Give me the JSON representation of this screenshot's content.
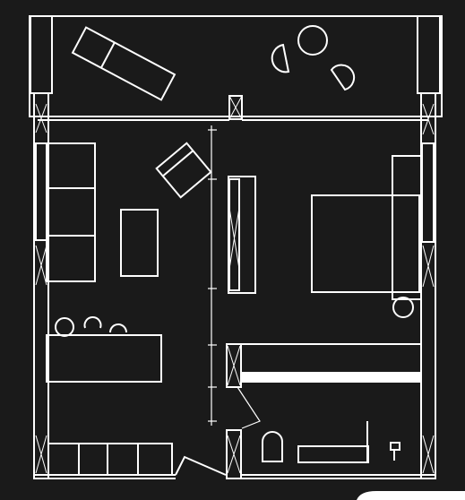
{
  "plan": {
    "background": "#1a1a1a",
    "line_color": "#ffffff",
    "rooms": [
      "terrace",
      "living-room",
      "kitchen",
      "bedroom",
      "bathroom"
    ],
    "furniture": [
      "sun-lounger",
      "bistro-table",
      "armchair",
      "sofa",
      "coffee-table",
      "dining-stools",
      "kitchen-island",
      "wardrobe",
      "double-bed",
      "nightstand",
      "toilet",
      "vanity-counter",
      "kitchen-cabinets"
    ]
  }
}
